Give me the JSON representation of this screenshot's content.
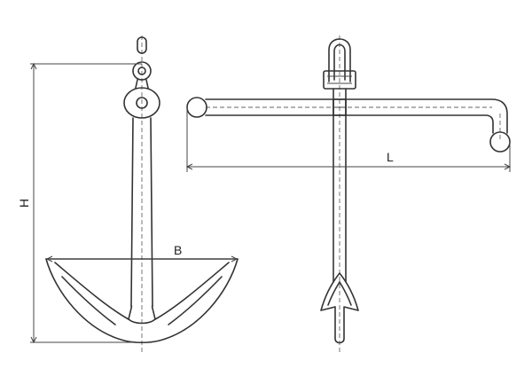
{
  "dimensions": {
    "height_label": "H",
    "beam_width_label": "B",
    "stock_length_label": "L"
  },
  "colors": {
    "line": "#333333",
    "background": "#ffffff"
  }
}
